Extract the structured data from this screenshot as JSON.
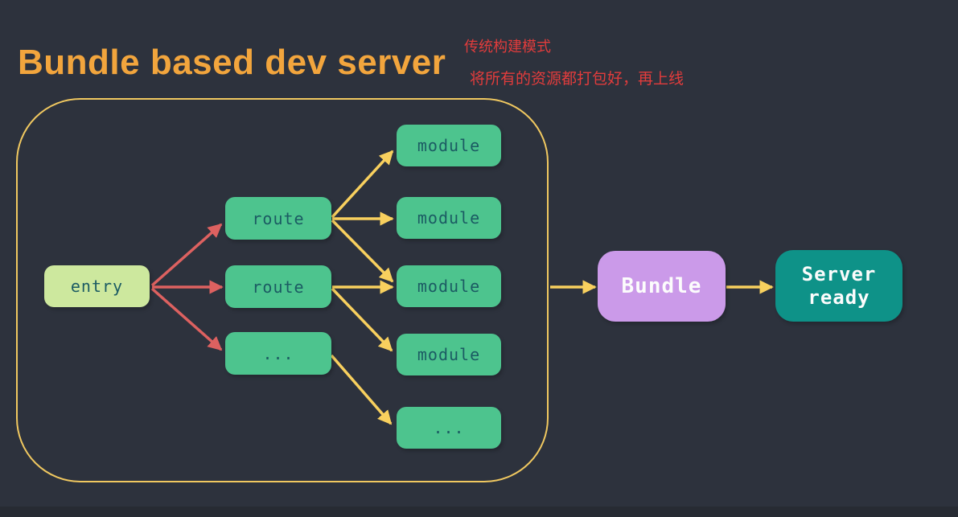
{
  "title": {
    "text": "Bundle based dev server",
    "color": "#f2a53d"
  },
  "annotations": {
    "line1": "传统构建模式",
    "line2": "将所有的资源都打包好，再上线",
    "color": "#e23c3c"
  },
  "diagram": {
    "entry": {
      "label": "entry"
    },
    "routes": [
      {
        "label": "route"
      },
      {
        "label": "route"
      },
      {
        "label": "..."
      }
    ],
    "modules": [
      {
        "label": "module"
      },
      {
        "label": "module"
      },
      {
        "label": "module"
      },
      {
        "label": "module"
      },
      {
        "label": "..."
      }
    ],
    "bundle": {
      "label": "Bundle"
    },
    "server": {
      "line1": "Server",
      "line2": "ready"
    },
    "edges": [
      {
        "from": "entry",
        "to": "route-1",
        "color": "red"
      },
      {
        "from": "entry",
        "to": "route-2",
        "color": "red"
      },
      {
        "from": "entry",
        "to": "route-3",
        "color": "red"
      },
      {
        "from": "route-1",
        "to": "module-1",
        "color": "yellow"
      },
      {
        "from": "route-1",
        "to": "module-2",
        "color": "yellow"
      },
      {
        "from": "route-1",
        "to": "module-3",
        "color": "yellow"
      },
      {
        "from": "route-2",
        "to": "module-3",
        "color": "yellow"
      },
      {
        "from": "route-2",
        "to": "module-4",
        "color": "yellow"
      },
      {
        "from": "route-3",
        "to": "module-5",
        "color": "yellow"
      },
      {
        "from": "outline",
        "to": "bundle",
        "color": "yellow"
      },
      {
        "from": "bundle",
        "to": "server",
        "color": "yellow"
      }
    ]
  },
  "colors": {
    "background": "#2d323d",
    "outline_border": "#f0c860",
    "arrow_red": "#dd6160",
    "arrow_yellow": "#f8d05e",
    "node_green": "#4dc48e",
    "entry_green": "#cde89e",
    "node_text_dark": "#1b5b63",
    "bundle_purple": "#cb9ae9",
    "server_teal": "#0e9288",
    "node_text_light": "#fcfcfc"
  }
}
